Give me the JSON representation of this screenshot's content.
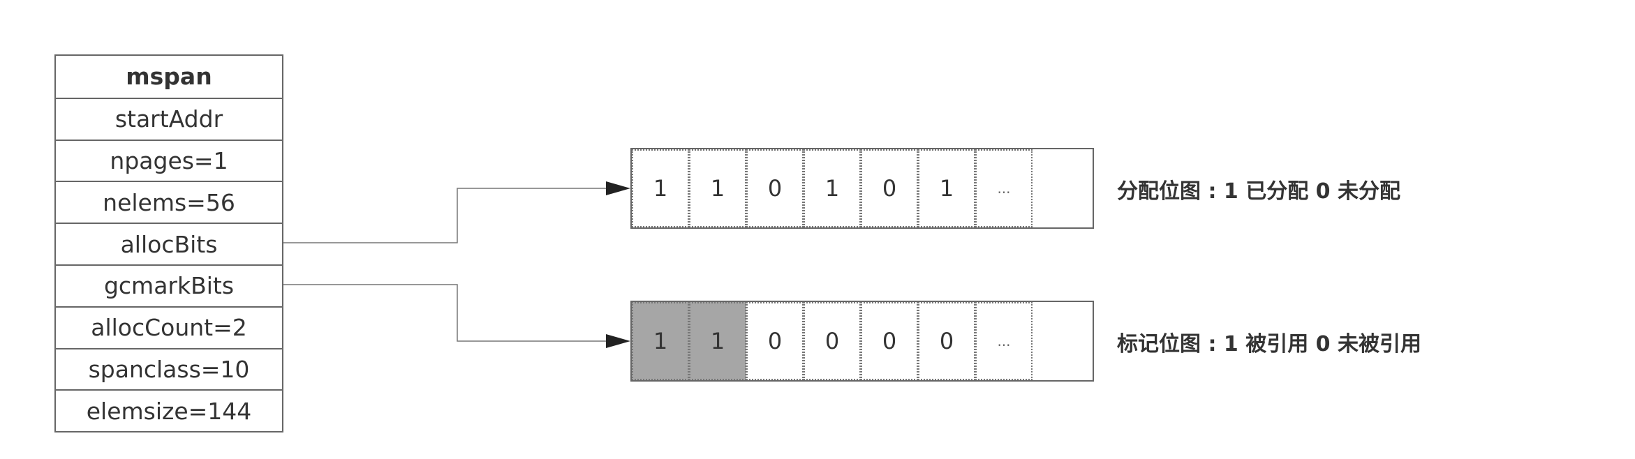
{
  "mspan": {
    "header": "mspan",
    "fields": [
      "startAddr",
      "npages=1",
      "nelems=56",
      "allocBits",
      "gcmarkBits",
      "allocCount=2",
      "spanclass=10",
      "elemsize=144"
    ]
  },
  "alloc_bitmap": {
    "bits": [
      "1",
      "1",
      "0",
      "1",
      "0",
      "1",
      "..."
    ],
    "caption": "分配位图 : 1 已分配  0 未分配"
  },
  "gcmark_bitmap": {
    "bits": [
      "1",
      "1",
      "0",
      "0",
      "0",
      "0",
      "..."
    ],
    "marked_flags": [
      true,
      true,
      false,
      false,
      false,
      false,
      false
    ],
    "caption": "标记位图 : 1 被引用  0 未被引用"
  },
  "colors": {
    "border": "#666666",
    "marked_fill": "#a6a6a6",
    "connector": "#555555",
    "text": "#333333"
  }
}
